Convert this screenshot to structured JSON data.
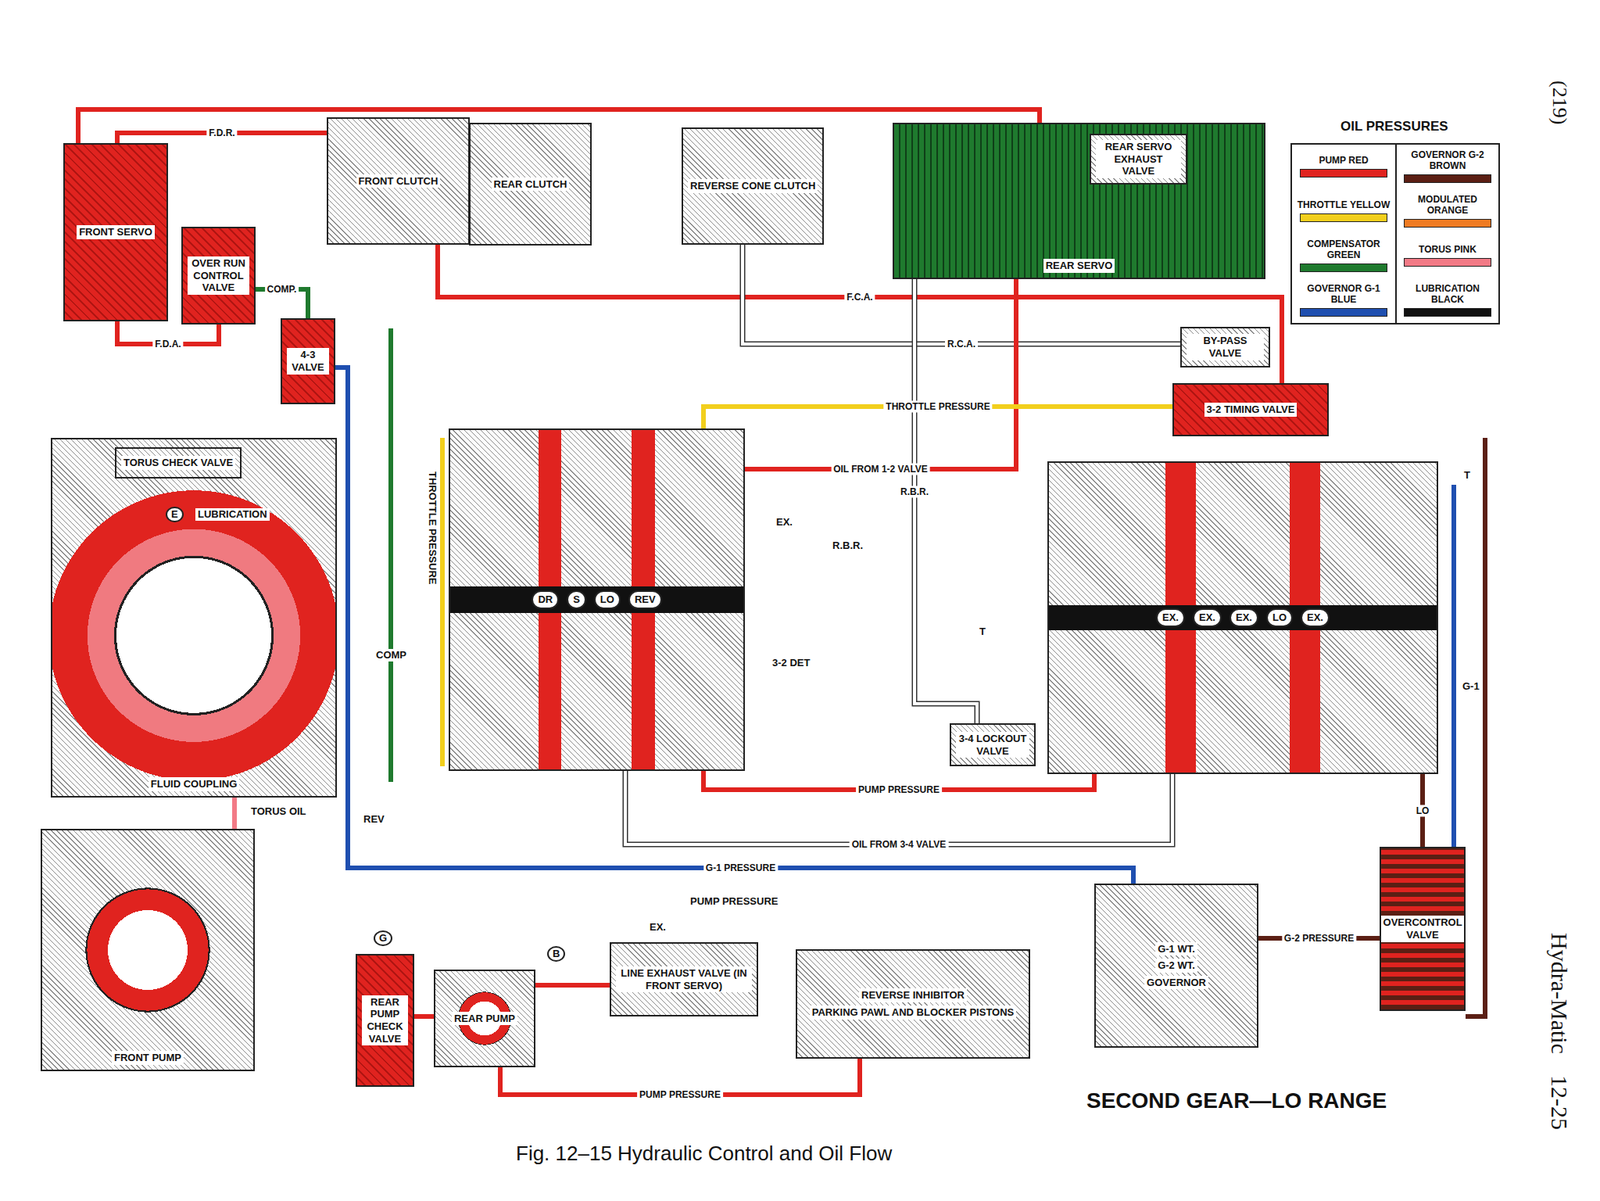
{
  "diagram": {
    "title": "SECOND GEAR—LO RANGE",
    "caption": "Fig. 12–15 Hydraulic Control and Oil Flow",
    "nodes": [
      {
        "text": [
          "FRONT SERVO"
        ]
      },
      {
        "text": [
          "FRONT CLUTCH"
        ]
      },
      {
        "text": [
          "REAR CLUTCH"
        ]
      },
      {
        "text": [
          "REVERSE CONE CLUTCH"
        ]
      },
      {
        "text": [
          "REAR SERVO"
        ]
      },
      {
        "text": [
          "REAR SERVO EXHAUST VALVE"
        ],
        "in": 4
      },
      {
        "text": [
          "OVER RUN CONTROL VALVE"
        ]
      },
      {
        "text": [
          "BY-PASS VALVE"
        ]
      },
      {
        "text": [
          "4-3 VALVE"
        ]
      },
      {
        "text": [
          "FLUID COUPLING"
        ]
      },
      {
        "text": [
          "TORUS CHECK VALVE"
        ],
        "in": 9
      },
      {
        "text": [
          "3-2 TIMING VALVE"
        ]
      },
      {
        "text": [
          "DR",
          "S",
          "LO",
          "REV"
        ]
      },
      {
        "text": [
          "EX.",
          "EX.",
          "EX.",
          "LO",
          "EX."
        ]
      },
      {
        "text": [
          "3-4 LOCKOUT VALVE"
        ]
      },
      {
        "text": [
          "FRONT PUMP"
        ]
      },
      {
        "text": [
          "REAR PUMP CHECK VALVE"
        ]
      },
      {
        "text": [
          "REAR PUMP"
        ]
      },
      {
        "text": [
          "LINE EXHAUST VALVE (IN FRONT SERVO)"
        ]
      },
      {
        "text": [
          "REVERSE INHIBITOR",
          "PARKING PAWL AND BLOCKER PISTONS"
        ]
      },
      {
        "text": [
          "G-1 WT.",
          "G-2 WT.",
          "GOVERNOR"
        ]
      },
      {
        "text": [
          "OVERCONTROL VALVE"
        ]
      }
    ],
    "edges": [
      {
        "from": 0,
        "to": 1,
        "arrow": "none",
        "label": "F.D.R."
      },
      {
        "from": 6,
        "to": 0,
        "arrow": "none",
        "label": "F.D.A."
      },
      {
        "from": 8,
        "to": 6,
        "arrow": "none",
        "label": "COMP."
      },
      {
        "from": 1,
        "to": 11,
        "arrow": "none",
        "label": "F.C.A."
      },
      {
        "from": 3,
        "to": 7,
        "arrow": "none",
        "label": "R.C.A."
      },
      {
        "from": 4,
        "to": 14,
        "arrow": "none",
        "label": "R.B.R."
      },
      {
        "from": 12,
        "to": 13,
        "arrow": "none",
        "label": "PUMP PRESSURE"
      },
      {
        "from": 13,
        "to": 12,
        "arrow": "none",
        "label": "OIL FROM 3-4 VALVE"
      },
      {
        "from": 12,
        "to": 4,
        "arrow": "none",
        "label": "OIL FROM 1-2 VALVE"
      },
      {
        "from": 11,
        "to": 12,
        "arrow": "none",
        "label": "THROTTLE PRESSURE"
      },
      {
        "from": 17,
        "to": 19,
        "arrow": "none",
        "label": "PUMP PRESSURE"
      },
      {
        "from": 16,
        "to": 17,
        "arrow": "none"
      },
      {
        "from": 18,
        "to": 17,
        "arrow": "none"
      },
      {
        "from": 20,
        "to": 21,
        "arrow": "none",
        "label": "G-2 PRESSURE"
      },
      {
        "from": 20,
        "to": 8,
        "arrow": "none",
        "label": "G-1 PRESSURE"
      },
      {
        "from": 15,
        "to": 9,
        "arrow": "none"
      },
      {
        "from": 21,
        "to": 13,
        "arrow": "none",
        "label": "LO"
      }
    ],
    "labels": [
      "(219)",
      "Hydra-Matic",
      "12-25",
      "OIL PRESSURES",
      "TORUS OIL",
      "LUBRICATION",
      "E",
      "B",
      "G",
      "THROTTLE PRESSURE",
      "COMP",
      "REV",
      "3-2 DET",
      "G-1",
      "T",
      "T",
      "EX.",
      "EX.",
      "R.B.R.",
      "PUMP PRESSURE"
    ],
    "legend": [
      {
        "text": "PUMP RED",
        "color": "#e0231f"
      },
      {
        "text": "THROTTLE YELLOW",
        "color": "#f2cf1d"
      },
      {
        "text": "COMPENSATOR GREEN",
        "color": "#1f7a2e"
      },
      {
        "text": "GOVERNOR G-1 BLUE",
        "color": "#1f4fb0"
      },
      {
        "text": "GOVERNOR G-2 BROWN",
        "color": "#5b1f14"
      },
      {
        "text": "MODULATED ORANGE",
        "color": "#ef7b22"
      },
      {
        "text": "TORUS PINK",
        "color": "#f27a86"
      },
      {
        "text": "LUBRICATION BLACK",
        "color": "#111111"
      }
    ]
  }
}
